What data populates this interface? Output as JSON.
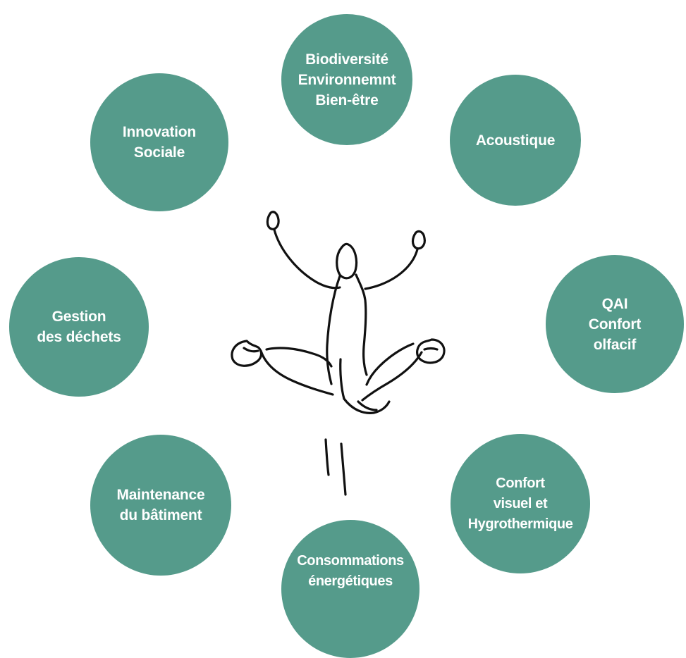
{
  "nodes": [
    {
      "id": "biodiversite",
      "label": "Biodiversité\nEnvironnemnt\nBien-être"
    },
    {
      "id": "acoustique",
      "label": "Acoustique"
    },
    {
      "id": "innovation",
      "label": "Innovation\nSociale"
    },
    {
      "id": "qai",
      "label": "QAI\nConfort\nolfacif"
    },
    {
      "id": "gestion",
      "label": "Gestion\ndes déchets"
    },
    {
      "id": "confort",
      "label": "Confort\nvisuel et\nHygrothermique"
    },
    {
      "id": "maintenance",
      "label": "Maintenance\ndu bâtiment"
    },
    {
      "id": "consommations",
      "label": "Consommations\nénergétiques"
    }
  ],
  "colors": {
    "node_fill": "#559b8b",
    "node_text": "#ffffff",
    "sketch_stroke": "#111111"
  },
  "center_figure": {
    "icon": "meditating-person-sketch"
  }
}
